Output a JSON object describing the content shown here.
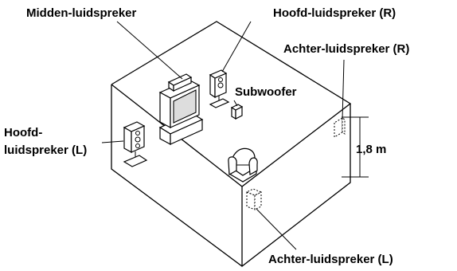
{
  "labels": {
    "center": "Midden-luidspreker",
    "front_right": "Hoofd-luidspreker (R)",
    "rear_right": "Achter-luidspreker (R)",
    "subwoofer": "Subwoofer",
    "front_left_line1": "Hoofd-",
    "front_left_line2": "luidspreker (L)",
    "height": "1,8 m",
    "rear_left": "Achter-luidspreker (L)"
  }
}
